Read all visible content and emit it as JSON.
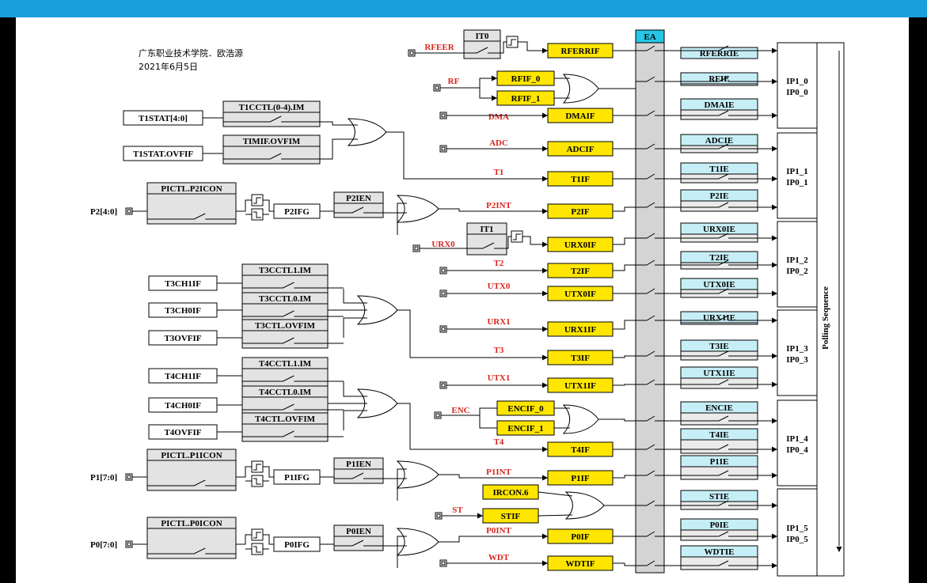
{
  "header": {
    "school": "广东职业技术学院．欧浩源",
    "date": "2021年6月5日"
  },
  "timers": {
    "t1": {
      "inputs": [
        "T1STAT[4:0]",
        "T1STAT.OVFIF"
      ],
      "masks": [
        "T1CCTL(0-4).IM",
        "TIMIF.OVFIM"
      ]
    },
    "t3": {
      "inputs": [
        "T3CH1IF",
        "T3CH0IF",
        "T3OVFIF"
      ],
      "masks": [
        "T3CCTL1.IM",
        "T3CCTL0.IM",
        "T3CTL.OVFIM"
      ]
    },
    "t4": {
      "inputs": [
        "T4CH1IF",
        "T4CH0IF",
        "T4OVFIF"
      ],
      "masks": [
        "T4CCTL1.IM",
        "T4CCTL0.IM",
        "T4CTL.OVFIM"
      ]
    }
  },
  "ports": [
    {
      "pin": "P2[4:0]",
      "ctl": "PICTL.P2ICON",
      "ifg": "P2IFG",
      "ien": "P2IEN"
    },
    {
      "pin": "P1[7:0]",
      "ctl": "PICTL.P1ICON",
      "ifg": "P1IFG",
      "ien": "P1IEN"
    },
    {
      "pin": "P0[7:0]",
      "ctl": "PICTL.P0ICON",
      "ifg": "P0IFG",
      "ien": "P0IEN"
    }
  ],
  "sources": {
    "rfeer": "RFEER",
    "rf": "RF",
    "dma": "DMA",
    "adc": "ADC",
    "t1": "T1",
    "p2int": "P2INT",
    "urx0": "URX0",
    "t2": "T2",
    "utx0": "UTX0",
    "urx1": "URX1",
    "t3": "T3",
    "utx1": "UTX1",
    "enc": "ENC",
    "t4": "T4",
    "p1int": "P1INT",
    "st": "ST",
    "p0int": "P0INT",
    "wdt": "WDT"
  },
  "latches": {
    "it0": "IT0",
    "it1": "IT1",
    "ircon": "IRCON.6"
  },
  "flags": [
    "RFERRIF",
    "RFIF_0",
    "RFIF_1",
    "DMAIF",
    "ADCIF",
    "T1IF",
    "P2IF",
    "URX0IF",
    "T2IF",
    "UTX0IF",
    "URX1IF",
    "T3IF",
    "UTX1IF",
    "ENCIF_0",
    "ENCIF_1",
    "T4IF",
    "P1IF",
    "STIF",
    "P0IF",
    "WDTIF"
  ],
  "ea": "EA",
  "enables": [
    "RFERRIE",
    "RFIE",
    "DMAIE",
    "ADCIE",
    "T1IE",
    "P2IE",
    "URX0IE",
    "T2IE",
    "UTX0IE",
    "URX1IE",
    "T3IE",
    "UTX1IE",
    "ENCIE",
    "T4IE",
    "P1IE",
    "STIE",
    "P0IE",
    "WDTIE"
  ],
  "priority_groups": [
    {
      "a": "IP1_0",
      "b": "IP0_0"
    },
    {
      "a": "IP1_1",
      "b": "IP0_1"
    },
    {
      "a": "IP1_2",
      "b": "IP0_2"
    },
    {
      "a": "IP1_3",
      "b": "IP0_3"
    },
    {
      "a": "IP1_4",
      "b": "IP0_4"
    },
    {
      "a": "IP1_5",
      "b": "IP0_5"
    }
  ],
  "polling": "Polling Sequence"
}
